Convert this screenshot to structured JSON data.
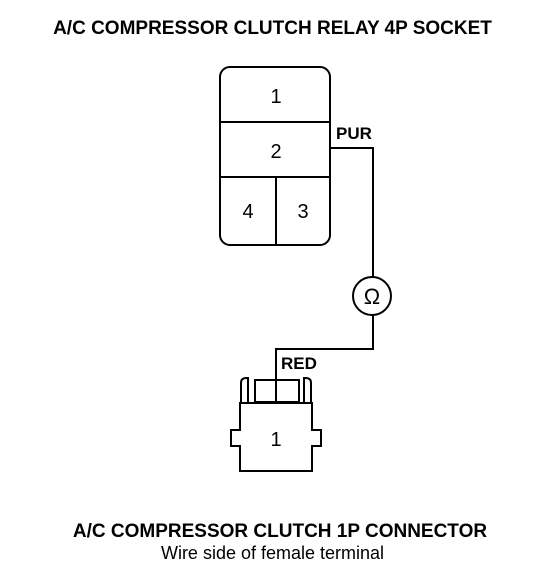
{
  "relay_socket": {
    "title": "A/C COMPRESSOR CLUTCH RELAY 4P SOCKET",
    "terminals": [
      "1",
      "2",
      "4",
      "3"
    ]
  },
  "connector": {
    "title": "A/C COMPRESSOR CLUTCH 1P CONNECTOR",
    "subtitle": "Wire side of female terminal",
    "terminal": "1"
  },
  "wires": {
    "pur_label": "PUR",
    "red_label": "RED"
  },
  "meter": {
    "symbol": "Ω"
  }
}
